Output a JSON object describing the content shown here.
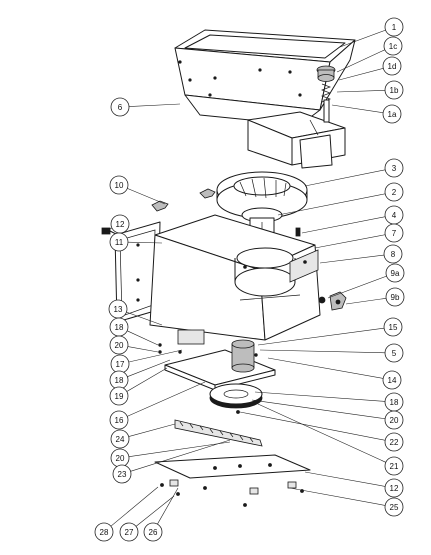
{
  "callouts": [
    {
      "label": "1"
    },
    {
      "label": "1c"
    },
    {
      "label": "1d"
    },
    {
      "label": "1b"
    },
    {
      "label": "1a"
    },
    {
      "label": "6"
    },
    {
      "label": "3"
    },
    {
      "label": "10"
    },
    {
      "label": "2"
    },
    {
      "label": "4"
    },
    {
      "label": "12"
    },
    {
      "label": "11"
    },
    {
      "label": "7"
    },
    {
      "label": "8"
    },
    {
      "label": "9a"
    },
    {
      "label": "9b"
    },
    {
      "label": "13"
    },
    {
      "label": "18"
    },
    {
      "label": "20"
    },
    {
      "label": "17"
    },
    {
      "label": "18"
    },
    {
      "label": "19"
    },
    {
      "label": "15"
    },
    {
      "label": "5"
    },
    {
      "label": "14"
    },
    {
      "label": "16"
    },
    {
      "label": "18"
    },
    {
      "label": "20"
    },
    {
      "label": "24"
    },
    {
      "label": "22"
    },
    {
      "label": "20"
    },
    {
      "label": "23"
    },
    {
      "label": "21"
    },
    {
      "label": "12"
    },
    {
      "label": "25"
    },
    {
      "label": "28"
    },
    {
      "label": "27"
    },
    {
      "label": "26"
    }
  ]
}
